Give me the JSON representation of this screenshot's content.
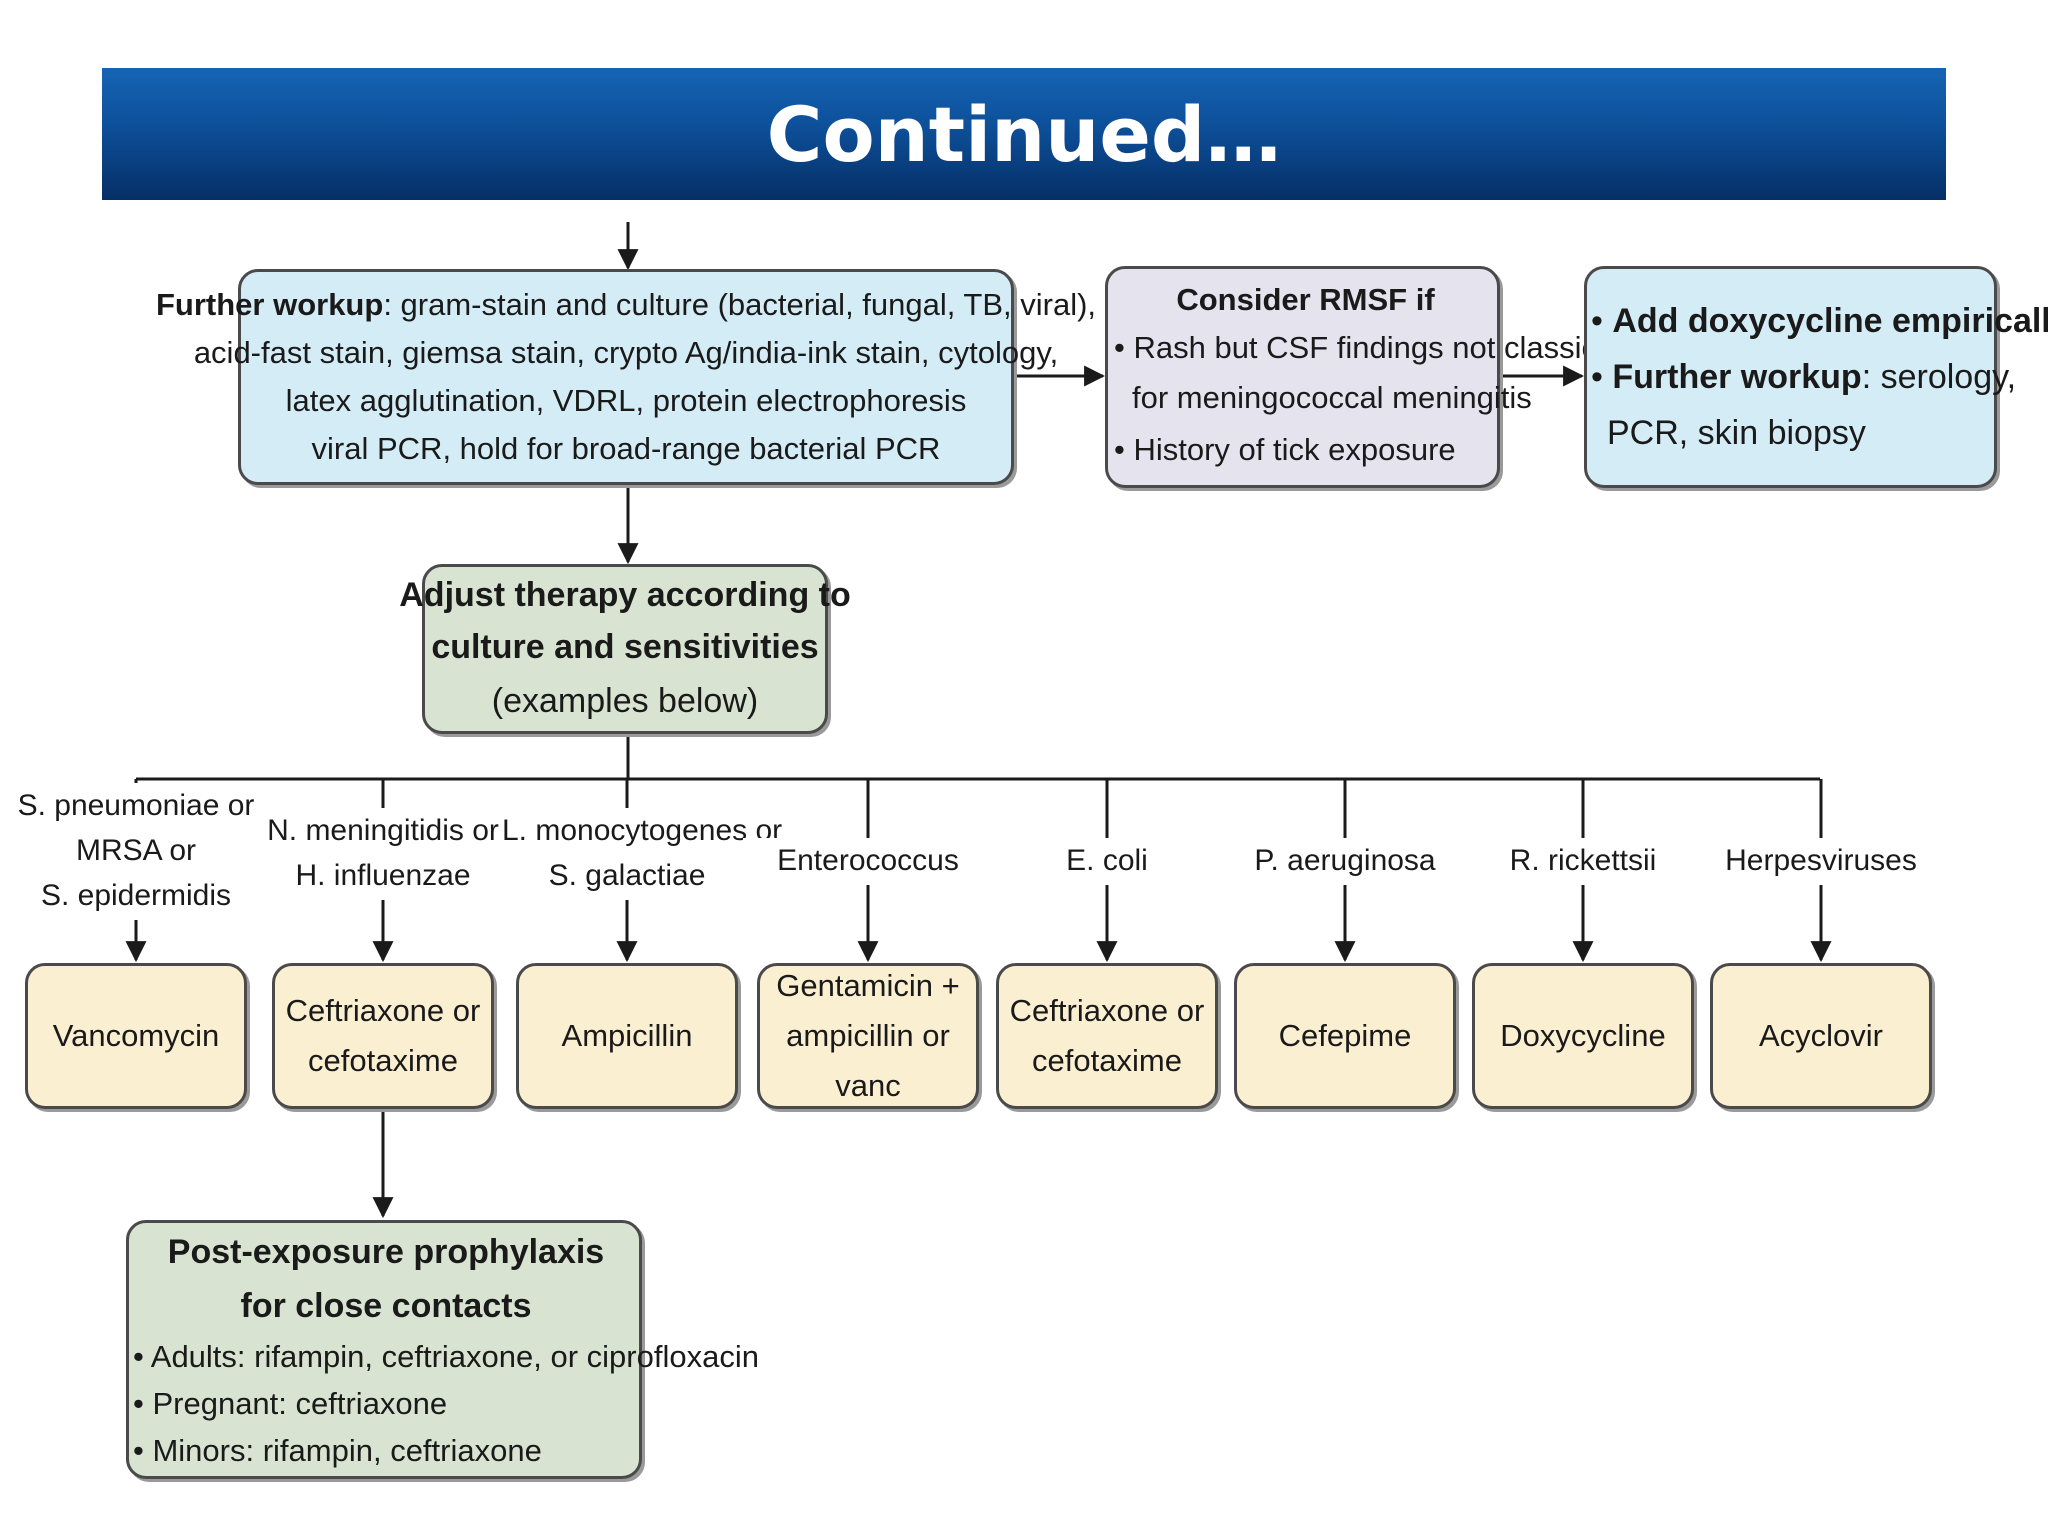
{
  "title": "Continued…",
  "workup_box": {
    "lead": "Further workup",
    "line1_rest": ": gram-stain and culture (bacterial, fungal, TB, viral),",
    "line2": "acid-fast stain, giemsa stain, crypto Ag/india-ink stain, cytology,",
    "line3": "latex agglutination, VDRL, protein electrophoresis",
    "line4": "viral PCR, hold for broad-range bacterial PCR"
  },
  "rmsf_box": {
    "heading": "Consider RMSF if",
    "bullet1_a": "Rash but CSF findings not classic",
    "bullet1_b": "for meningococcal meningitis",
    "bullet2": "History of tick exposure"
  },
  "doxy_box": {
    "bullet1": "Add doxycycline empirically",
    "bullet2_lead": "Further workup",
    "bullet2_rest": ": serology,",
    "bullet2_cont": "PCR, skin biopsy"
  },
  "adjust_box": {
    "line1": "Adjust therapy according to",
    "line2": "culture and sensitivities",
    "line3": "(examples below)"
  },
  "organisms": [
    {
      "lines": [
        "S. pneumoniae or",
        "MRSA or",
        "S. epidermidis"
      ],
      "drug": [
        "Vancomycin"
      ]
    },
    {
      "lines": [
        "N. meningitidis or",
        "H. influenzae"
      ],
      "drug": [
        "Ceftriaxone or",
        "cefotaxime"
      ]
    },
    {
      "lines": [
        "L. monocytogenes or",
        "S. galactiae"
      ],
      "drug": [
        "Ampicillin"
      ]
    },
    {
      "lines": [
        "Enterococcus"
      ],
      "drug": [
        "Gentamicin +",
        "ampicillin or vanc"
      ]
    },
    {
      "lines": [
        "E. coli"
      ],
      "drug": [
        "Ceftriaxone or",
        "cefotaxime"
      ]
    },
    {
      "lines": [
        "P. aeruginosa"
      ],
      "drug": [
        "Cefepime"
      ]
    },
    {
      "lines": [
        "R. rickettsii"
      ],
      "drug": [
        "Doxycycline"
      ]
    },
    {
      "lines": [
        "Herpesviruses"
      ],
      "drug": [
        "Acyclovir"
      ]
    }
  ],
  "prophylaxis_box": {
    "line1": "Post-exposure prophylaxis",
    "line2": "for close contacts",
    "bullet1": "Adults: rifampin, ceftriaxone, or ciprofloxacin",
    "bullet2": "Pregnant: ceftriaxone",
    "bullet3": "Minors: rifampin, ceftriaxone"
  },
  "colors": {
    "banner": "#0d4f99",
    "workup_fill": "#d4ecf6",
    "rmsf_fill": "#e4e3ee",
    "adjust_fill": "#d8e4d1",
    "drug_fill": "#fbefd2",
    "line": "#1a1a1a"
  }
}
